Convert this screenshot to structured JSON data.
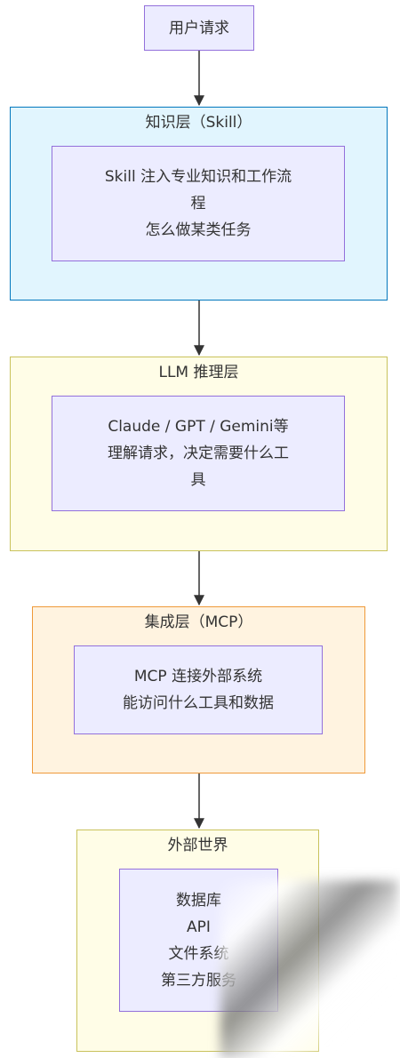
{
  "colors": {
    "node_fill": "#ECECFF",
    "node_border": "#9370DB",
    "edge": "#333333",
    "skill_fill": "#E1F5FE",
    "skill_border": "#0277BD",
    "llm_fill": "#FFFDE7",
    "llm_border": "#C9C25C",
    "mcp_fill": "#FFF3E0",
    "mcp_border": "#EF9A3A",
    "world_fill": "#FFFDE7",
    "world_border": "#C9C25C"
  },
  "request": {
    "label": "用户请求"
  },
  "skill_layer": {
    "title": "知识层（Skill）",
    "lines": [
      "Skill 注入专业知识和工作流",
      "程",
      "怎么做某类任务"
    ]
  },
  "llm_layer": {
    "title": "LLM 推理层",
    "lines": [
      "Claude / GPT / Gemini等",
      "理解请求，决定需要什么工",
      "具"
    ]
  },
  "mcp_layer": {
    "title": "集成层（MCP）",
    "lines": [
      "MCP 连接外部系统",
      "能访问什么工具和数据"
    ]
  },
  "external_world": {
    "title": "外部世界",
    "lines": [
      "数据库",
      "API",
      "文件系统",
      "第三方服务"
    ]
  }
}
